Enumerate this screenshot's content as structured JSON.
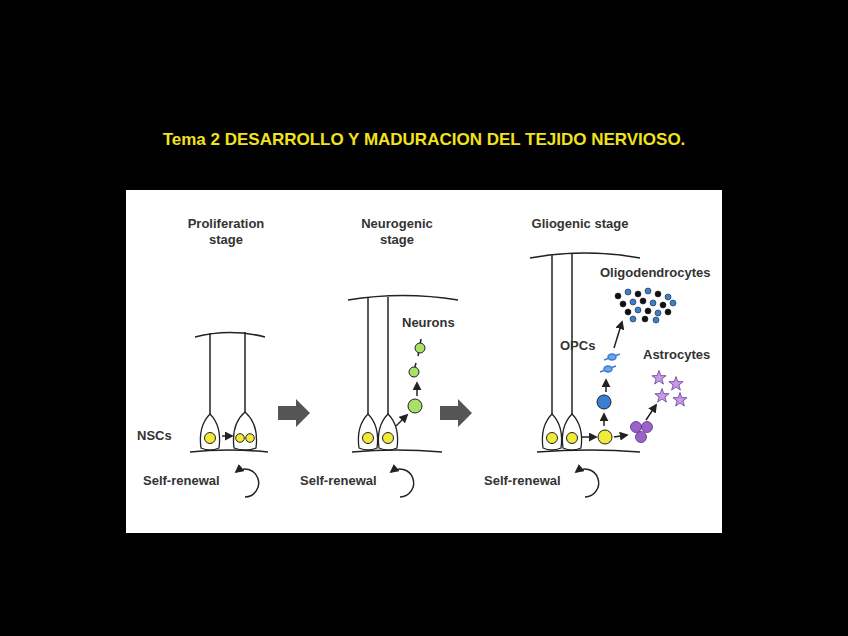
{
  "diagram": {
    "title": "Tema 2 DESARROLLO Y MADURACION DEL TEJIDO NERVIOSO.",
    "labels": [
      "Proliferation stage",
      "Neurogenic stage",
      "Gliogenic stage",
      "Neurons",
      "Oligodendrocytes",
      "OPCs",
      "Astrocytes",
      "NSCs",
      "Self-renewal",
      "Self-renewal",
      "Self-renewal"
    ]
  }
}
